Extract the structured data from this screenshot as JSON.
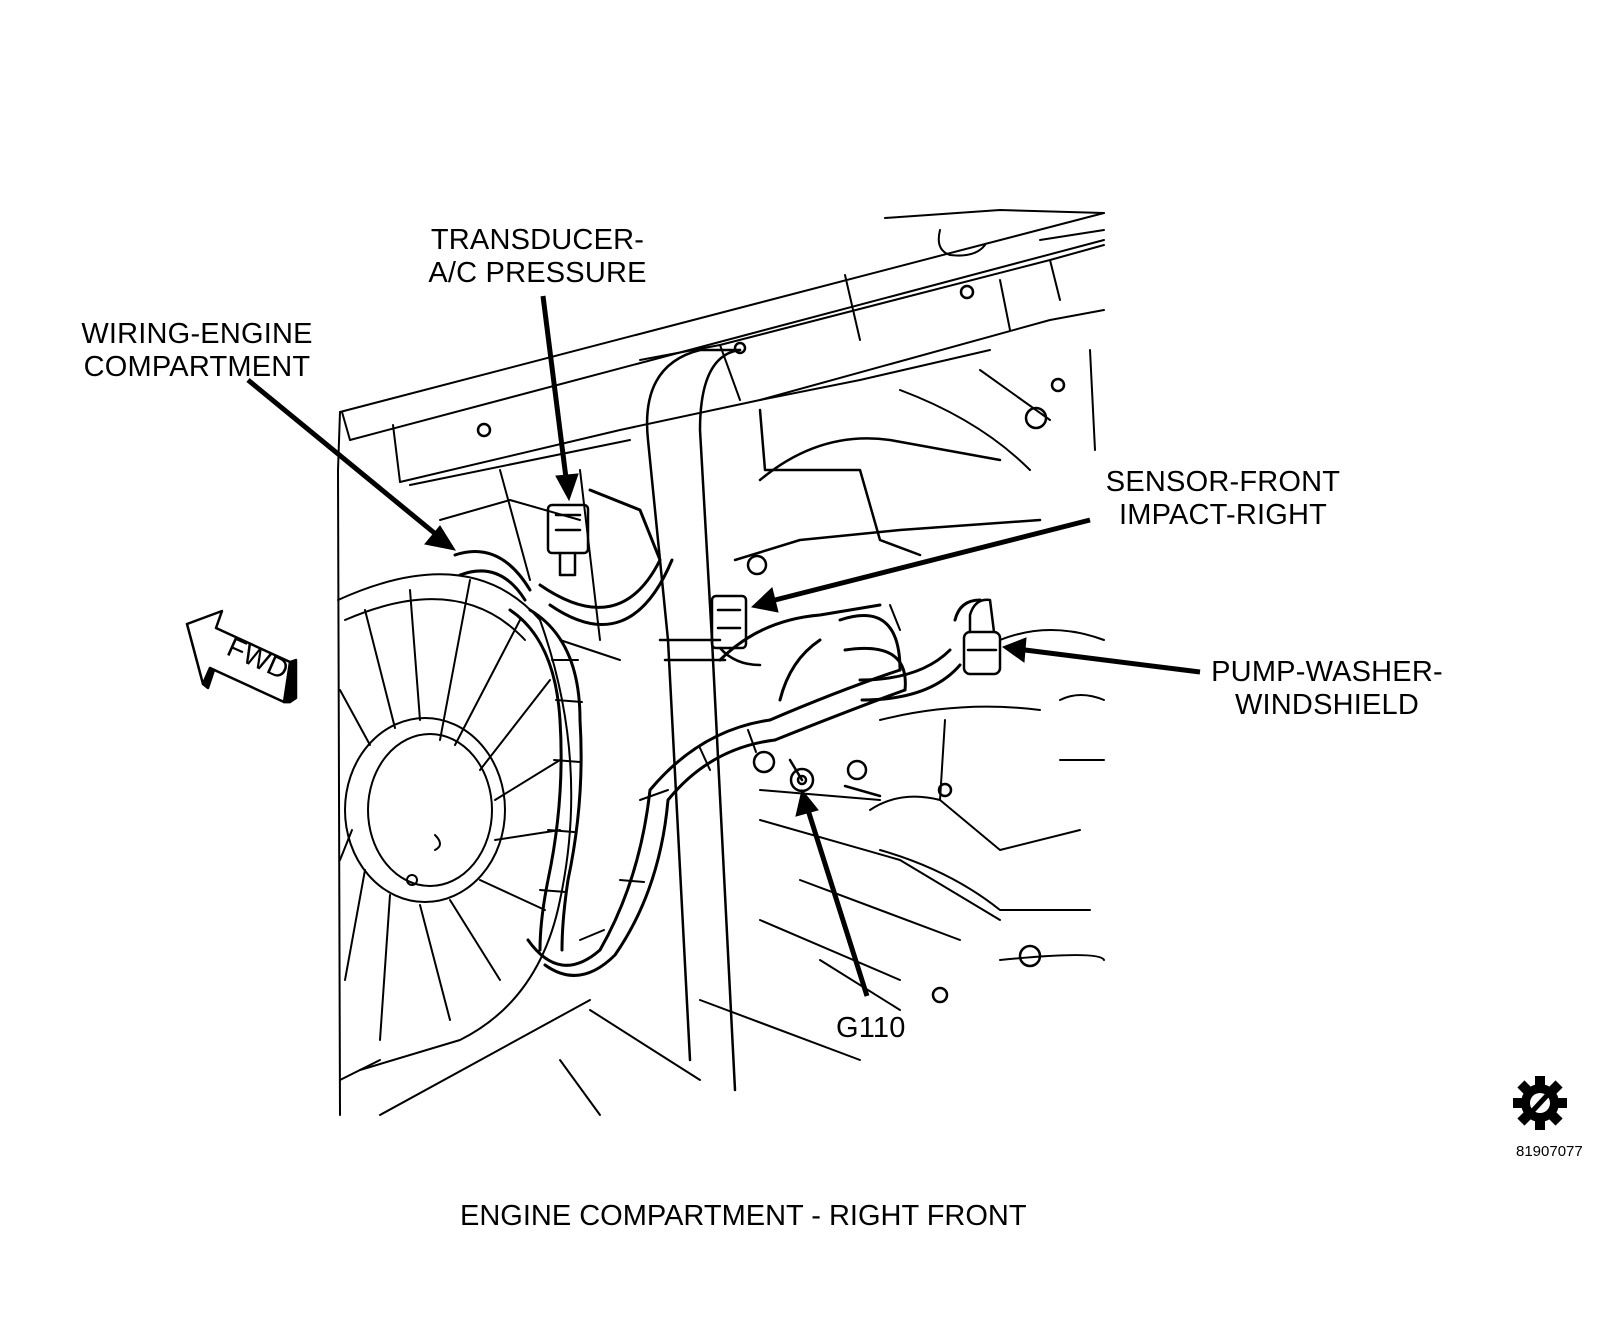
{
  "figure": {
    "caption": "ENGINE COMPARTMENT - RIGHT FRONT",
    "figure_code": "81907077",
    "direction_badge": "FWD"
  },
  "callouts": [
    {
      "id": "wiring",
      "lines": [
        "WIRING-ENGINE",
        "COMPARTMENT"
      ]
    },
    {
      "id": "transducer",
      "lines": [
        "TRANSDUCER-",
        "A/C PRESSURE"
      ]
    },
    {
      "id": "sensor",
      "lines": [
        "SENSOR-FRONT",
        "IMPACT-RIGHT"
      ]
    },
    {
      "id": "pump",
      "lines": [
        "PUMP-WASHER-",
        "WINDSHIELD"
      ]
    },
    {
      "id": "ground",
      "lines": [
        "G110"
      ]
    }
  ],
  "icons": {
    "corner_mark": "gear-slash-icon",
    "direction": "fwd-arrow-icon"
  },
  "colors": {
    "ink": "#000000",
    "paper": "#ffffff"
  }
}
